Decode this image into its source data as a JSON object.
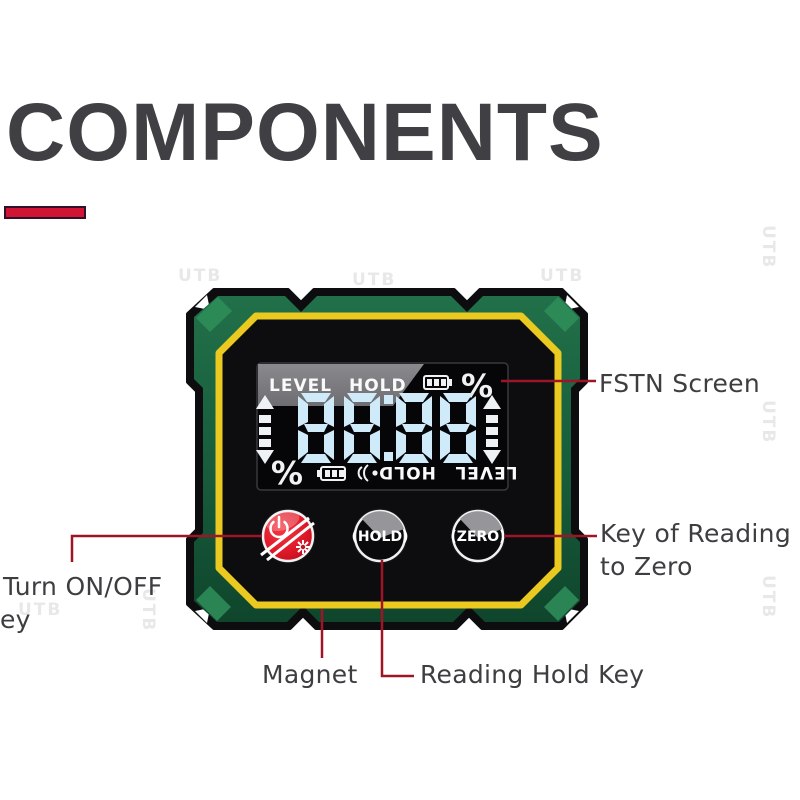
{
  "title": {
    "text": "COMPONENTS"
  },
  "callouts": {
    "fstn": "FSTN Screen",
    "zero": {
      "line1": "Key of Reading",
      "line2": "to Zero"
    },
    "power": {
      "line1": "Turn ON/OFF",
      "line2": "ey"
    },
    "magnet": "Magnet",
    "hold": "Reading Hold Key"
  },
  "device": {
    "lcd": {
      "level_label": "LEVEL",
      "hold_label": "HOLD",
      "percent": "%",
      "reading": "88.88",
      "inverted_hold": "HOLD",
      "inverted_level": "LEVEL"
    },
    "buttons": {
      "hold": "(HOLD)",
      "zero": "(ZERO)"
    }
  },
  "watermark": "UTB",
  "colors": {
    "accent_red": "#d11334",
    "leader_red": "#9e1527",
    "body_green": "#1c6a45",
    "ring_yellow": "#eaca20",
    "digit_blue": "#cfeaf8",
    "title_gray": "#404044"
  }
}
